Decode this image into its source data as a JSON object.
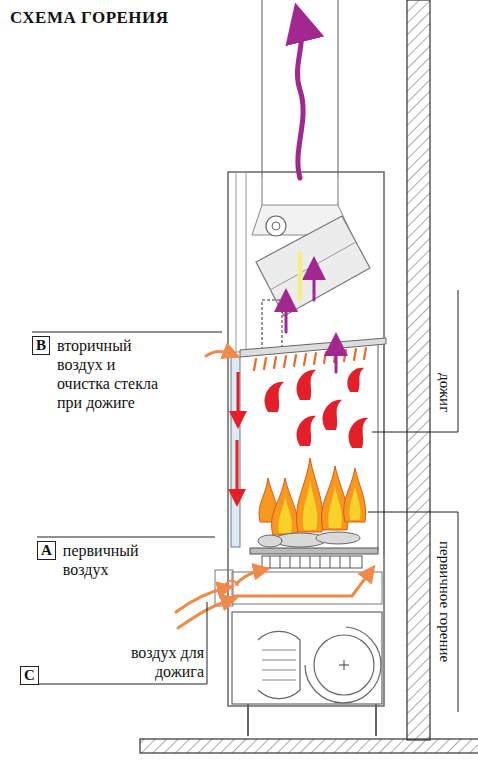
{
  "diagram": {
    "title": "СХЕМА ГОРЕНИЯ",
    "nodes": [
      {
        "text": [
          "B",
          "вторичный воздух и очистка стекла при дожиге"
        ]
      },
      {
        "text": [
          "A",
          "первичный воздух"
        ]
      },
      {
        "text": [
          "C",
          "воздух для дожига"
        ]
      }
    ],
    "labels": [
      "дожиг",
      "первичное горение"
    ]
  }
}
